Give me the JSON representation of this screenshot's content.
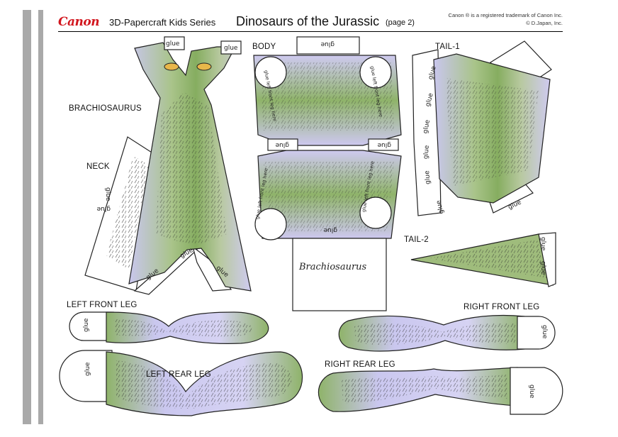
{
  "header": {
    "brand": "Canon",
    "series": "3D-Papercraft  Kids Series",
    "title": "Dinosaurs of the Jurassic",
    "page": "(page 2)",
    "trademark_line1": "Canon ® is a registered trademark of Canon Inc.",
    "trademark_line2": "© D.Japan, Inc."
  },
  "labels": {
    "brachiosaurus": "BRACHIOSAURUS",
    "neck": "NECK",
    "body": "BODY",
    "tail1": "TAIL-1",
    "tail2": "TAIL-2",
    "left_front_leg": "LEFT FRONT LEG",
    "right_front_leg": "RIGHT FRONT LEG",
    "left_rear_leg": "LEFT REAR LEG",
    "right_rear_leg": "RIGHT REAR LEG"
  },
  "tabs": {
    "glue": "glue",
    "name_tab": "Brachiosaurus",
    "leg_note": "glue left front leg here"
  },
  "colors": {
    "brand_red": "#d2161e",
    "skin_lavender": "#c9c6ee",
    "skin_green": "#8fb36a",
    "skin_yellow": "#e8b74a",
    "margin_gray": "#a9a9a9"
  }
}
